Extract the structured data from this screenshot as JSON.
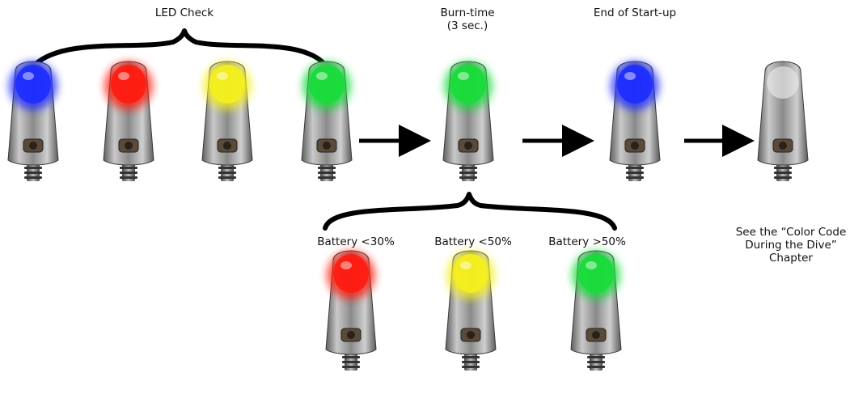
{
  "labels": {
    "led_check": "LED Check",
    "burn_time_line1": "Burn-time",
    "burn_time_line2": "(3 sec.)",
    "end_of_startup": "End of Start-up",
    "battery_low": "Battery <30%",
    "battery_mid": "Battery <50%",
    "battery_high": "Battery >50%",
    "color_code_line1": "See the “Color Code",
    "color_code_line2": "During the Dive”",
    "color_code_line3": "Chapter"
  },
  "colors": {
    "blue": "#1d2cff",
    "red": "#ff1b10",
    "yellow": "#f4ef1c",
    "green": "#17dc3a",
    "off": "#c9c9c9",
    "arrow": "#000000"
  },
  "sequence": {
    "led_check": [
      "blue",
      "red",
      "yellow",
      "green"
    ],
    "burn_time": "green",
    "end_of_startup": "blue",
    "after_startup": "off",
    "battery": [
      "red",
      "yellow",
      "green"
    ]
  }
}
